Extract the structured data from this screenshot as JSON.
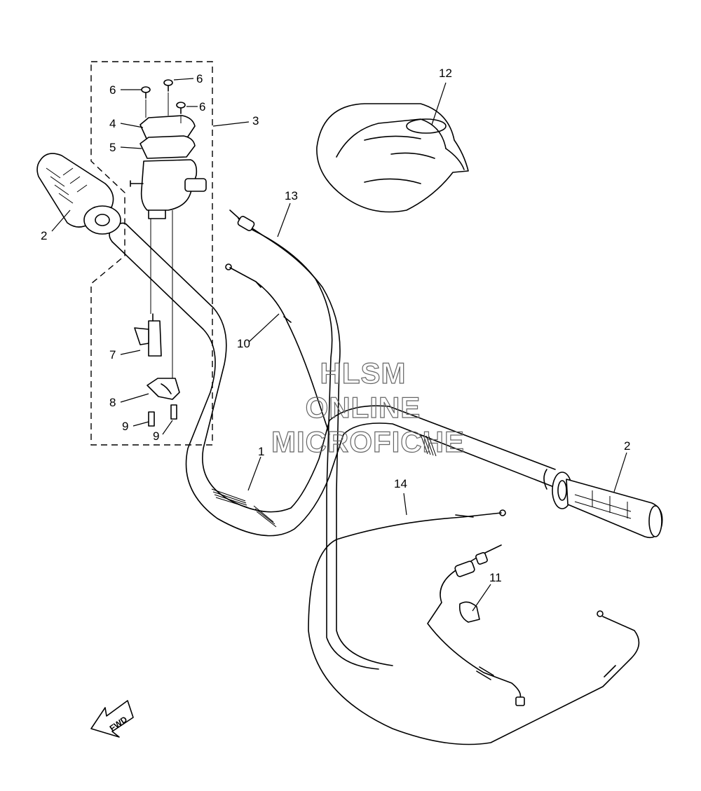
{
  "callouts": {
    "c1": "1",
    "c2_left": "2",
    "c2_right": "2",
    "c3": "3",
    "c4": "4",
    "c5": "5",
    "c6_a": "6",
    "c6_b": "6",
    "c6_c": "6",
    "c7": "7",
    "c8": "8",
    "c9_a": "9",
    "c9_b": "9",
    "c10": "10",
    "c11": "11",
    "c12": "12",
    "c13": "13",
    "c14": "14"
  },
  "watermark": {
    "line1": "HLSM",
    "line2": "ONLINE",
    "line3": "MICROFICHE"
  },
  "fwd_label": "FWD"
}
